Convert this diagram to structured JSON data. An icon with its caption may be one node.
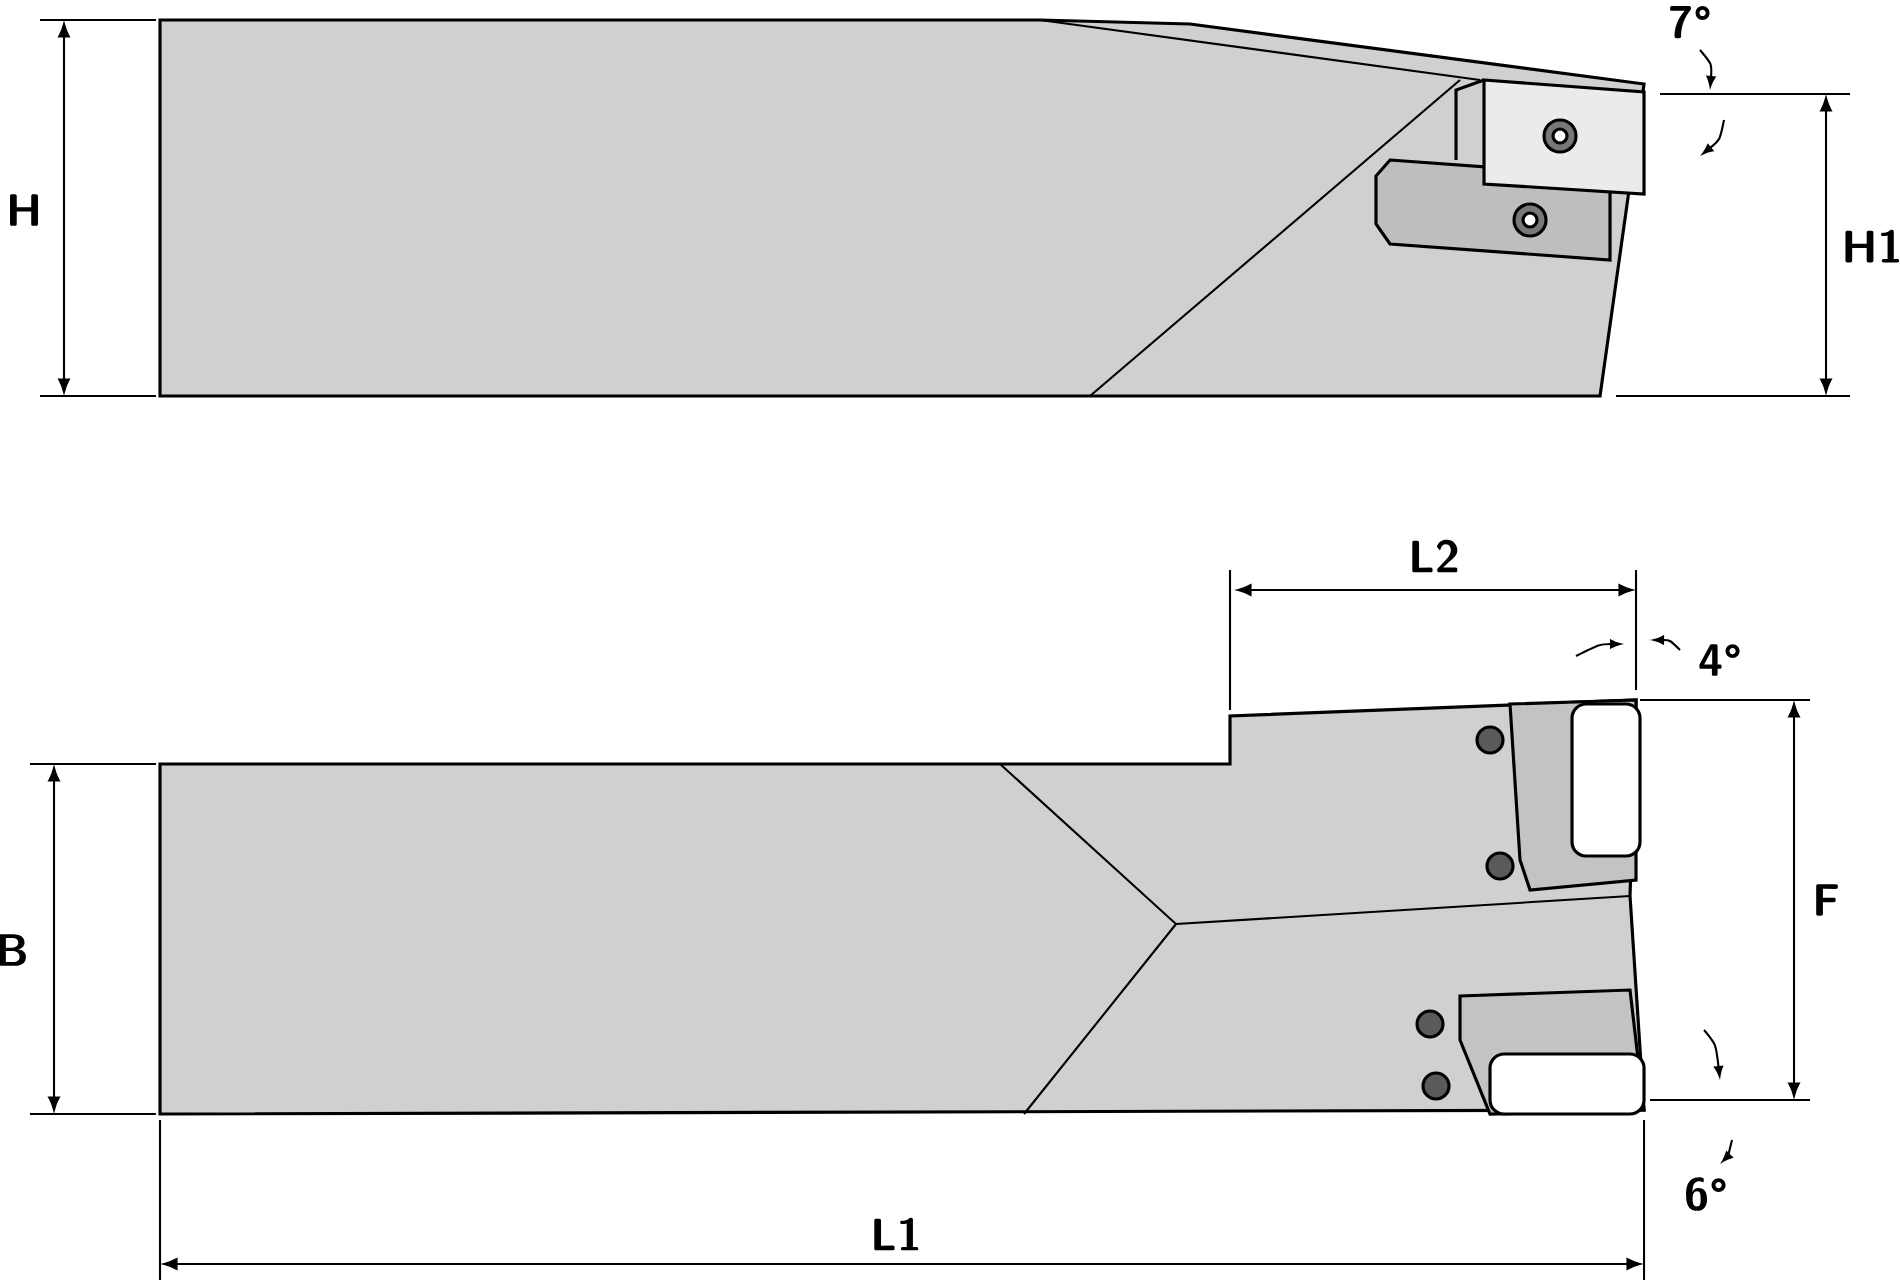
{
  "diagram": {
    "labels": [
      "7°",
      "H",
      "H1",
      "L2",
      "4°",
      "F",
      "B",
      "6°",
      "L1"
    ]
  }
}
